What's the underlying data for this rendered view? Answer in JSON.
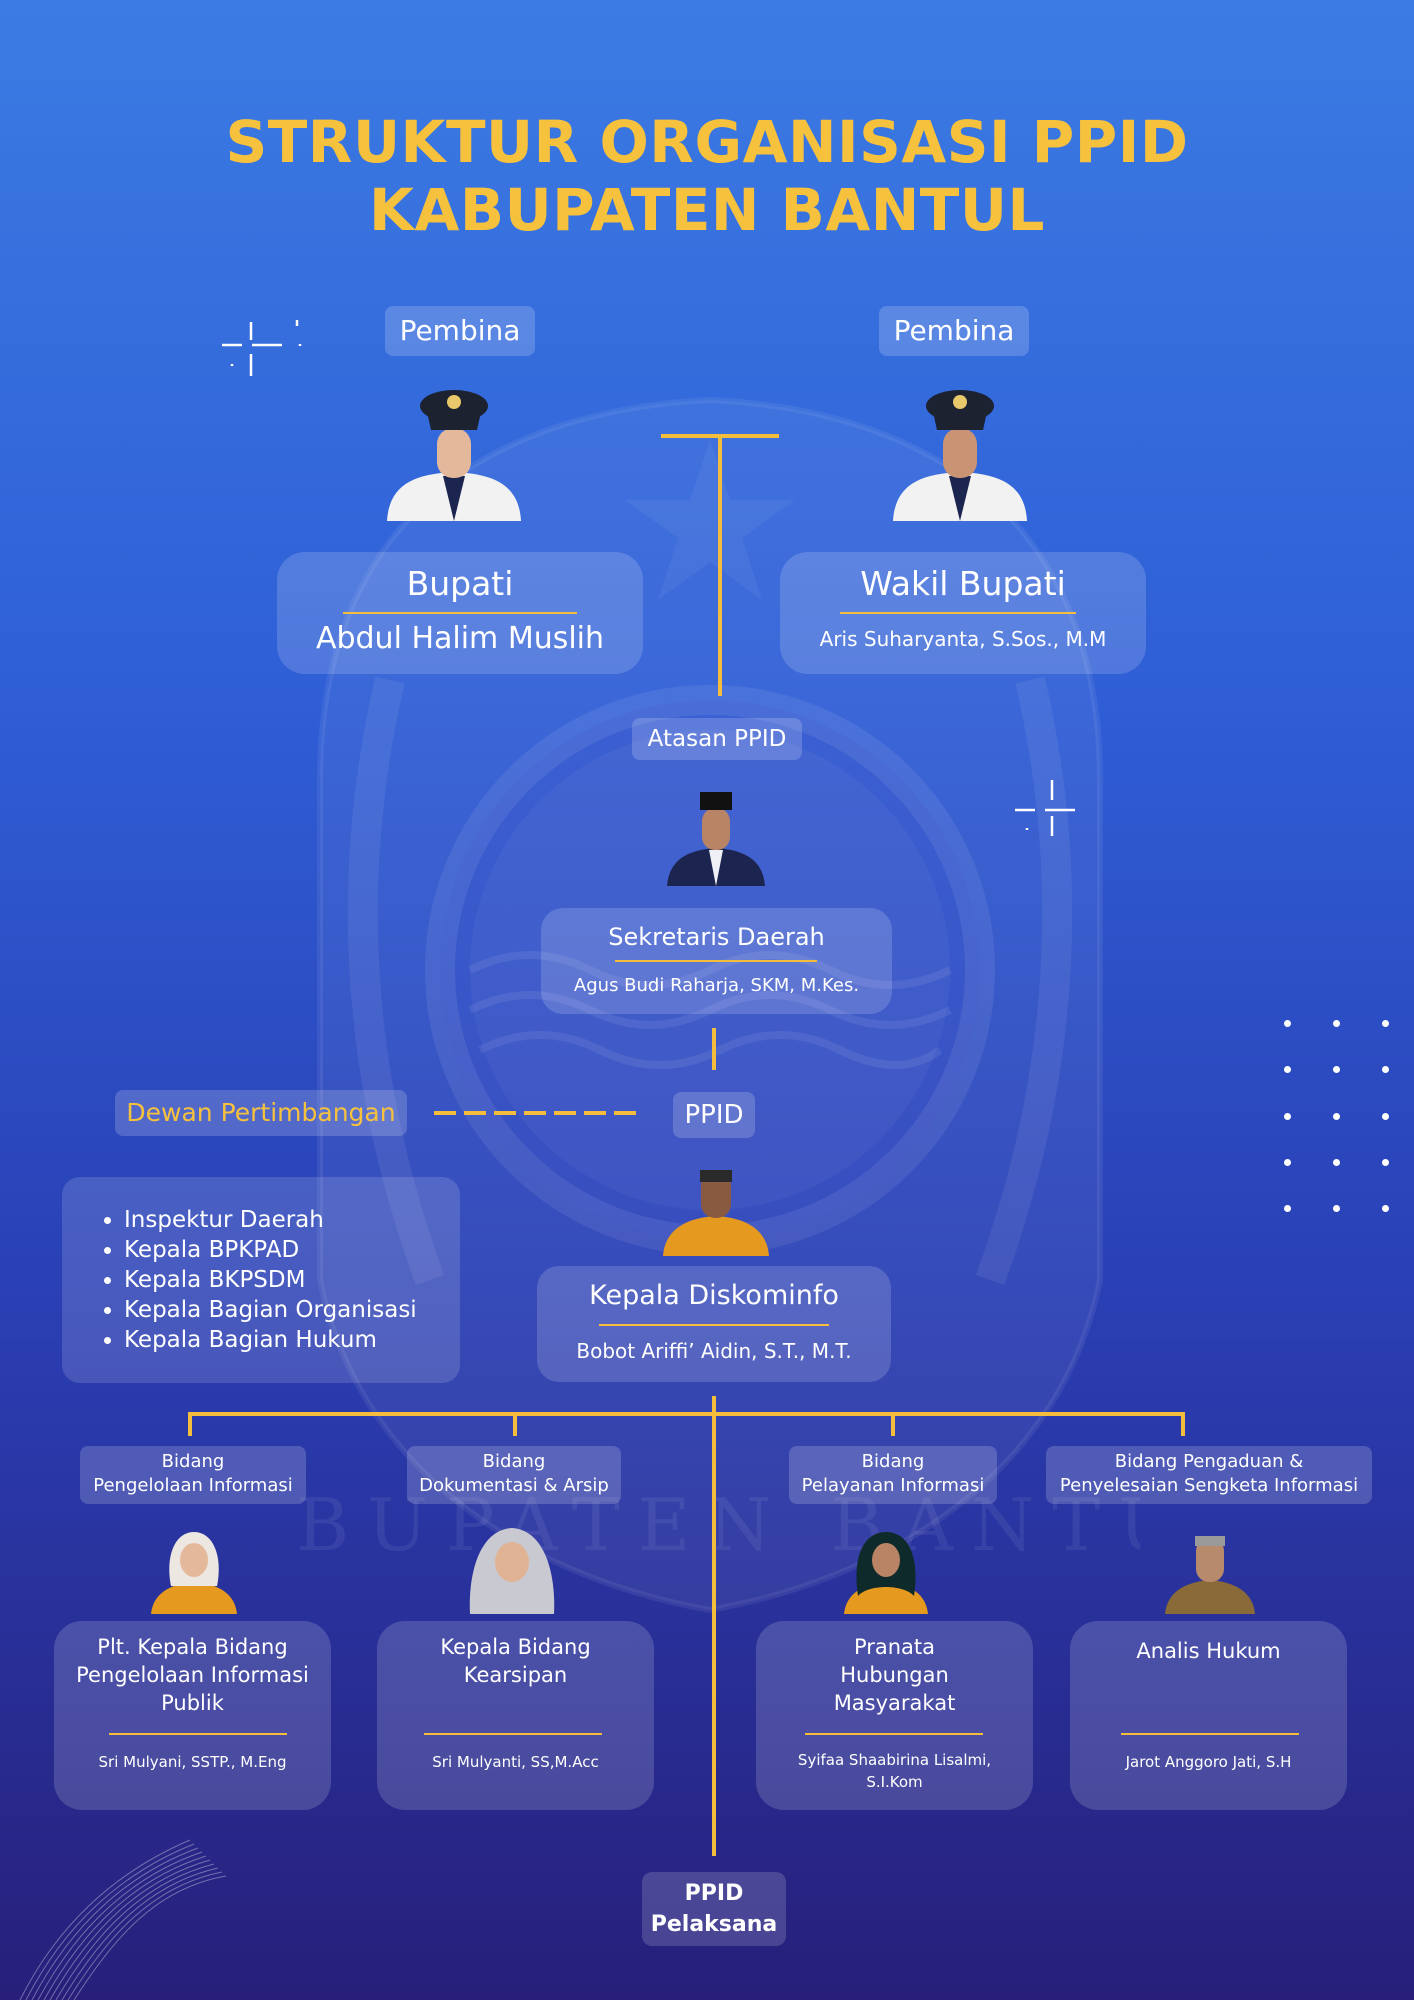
{
  "title": {
    "line1": "STRUKTUR ORGANISASI PPID",
    "line2": "KABUPATEN BANTUL"
  },
  "pembina": {
    "left_label": "Pembina",
    "right_label": "Pembina"
  },
  "bupati": {
    "role": "Bupati",
    "name": "Abdul Halim Muslih"
  },
  "wakil": {
    "role": "Wakil Bupati",
    "name": "Aris Suharyanta, S.Sos., M.M"
  },
  "atasan": {
    "label": "Atasan PPID",
    "role": "Sekretaris Daerah",
    "name": "Agus Budi Raharja, SKM, M.Kes."
  },
  "dewan": {
    "label": "Dewan Pertimbangan",
    "members": [
      "Inspektur Daerah",
      "Kepala BPKPAD",
      "Kepala BKPSDM",
      "Kepala Bagian Organisasi",
      "Kepala Bagian Hukum"
    ]
  },
  "ppid": {
    "label": "PPID",
    "role": "Kepala Diskominfo",
    "name": "Bobot Ariffi’ Aidin, S.T., M.T."
  },
  "bidang": [
    {
      "label1": "Bidang",
      "label2": "Pengelolaan Informasi",
      "role": "Plt. Kepala Bidang Pengelolaan Informasi Publik",
      "name": "Sri Mulyani, SSTP., M.Eng"
    },
    {
      "label1": "Bidang",
      "label2": "Dokumentasi & Arsip",
      "role": "Kepala Bidang Kearsipan",
      "name": "Sri Mulyanti, SS,M.Acc"
    },
    {
      "label1": "Bidang",
      "label2": "Pelayanan Informasi",
      "role": "Pranata Hubungan Masyarakat",
      "name": "Syifaa Shaabirina Lisalmi, S.I.Kom"
    },
    {
      "label1": "Bidang Pengaduan &",
      "label2": "Penyelesaian Sengketa Informasi",
      "role": "Analis Hukum",
      "name": "Jarot Anggoro Jati, S.H"
    }
  ],
  "pelaksana": {
    "line1": "PPID",
    "line2": "Pelaksana"
  },
  "background_watermark": {
    "text": "KABUPATEN BANTUL"
  },
  "colors": {
    "accent": "#f4be3c",
    "bg_top": "#3b7be3",
    "bg_bottom": "#271f7a",
    "uniform_orange": "#e59a1f",
    "suit_navy": "#1b2550"
  }
}
